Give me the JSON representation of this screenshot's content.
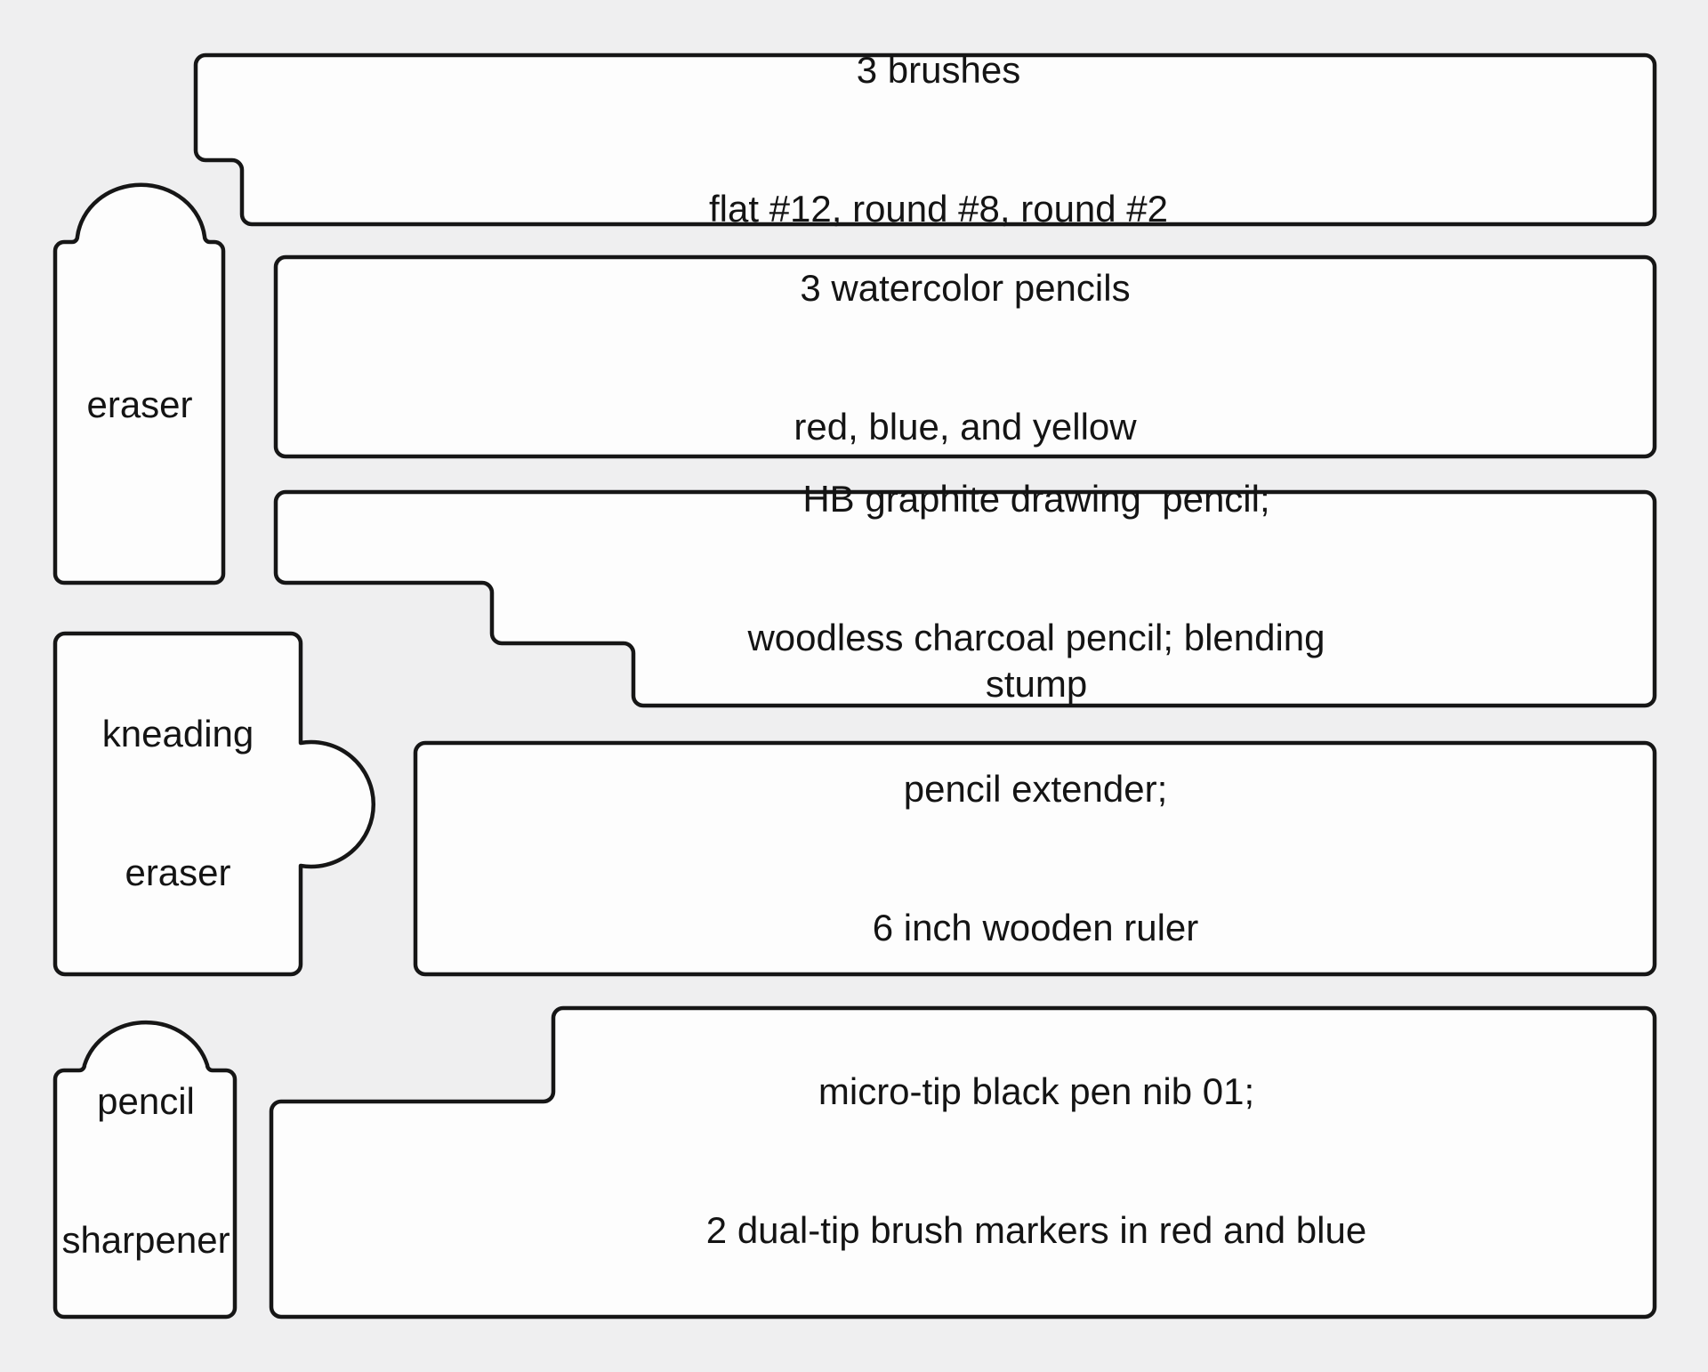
{
  "canvas": {
    "background": "#efeff0",
    "shape_fill": "#fdfdfd",
    "stroke_color": "#161616",
    "text_color": "#141414"
  },
  "compartments": {
    "brushes": {
      "line1": "3 brushes",
      "line2": "flat #12, round #8, round #2"
    },
    "watercolor_pencils": {
      "line1": "3 watercolor pencils",
      "line2": "red, blue, and yellow"
    },
    "graphite_charcoal": {
      "line1": "HB graphite drawing  pencil;",
      "line2": "woodless charcoal pencil; blending stump"
    },
    "extender_ruler": {
      "line1": "pencil extender;",
      "line2": "6 inch wooden ruler"
    },
    "pens_markers": {
      "line1": "micro-tip black pen nib 01;",
      "line2": "2 dual-tip brush markers in red and blue"
    },
    "eraser": {
      "line1": "eraser"
    },
    "kneading_eraser": {
      "line1": "kneading",
      "line2": "eraser"
    },
    "pencil_sharpener": {
      "line1": "pencil",
      "line2": "sharpener"
    }
  }
}
